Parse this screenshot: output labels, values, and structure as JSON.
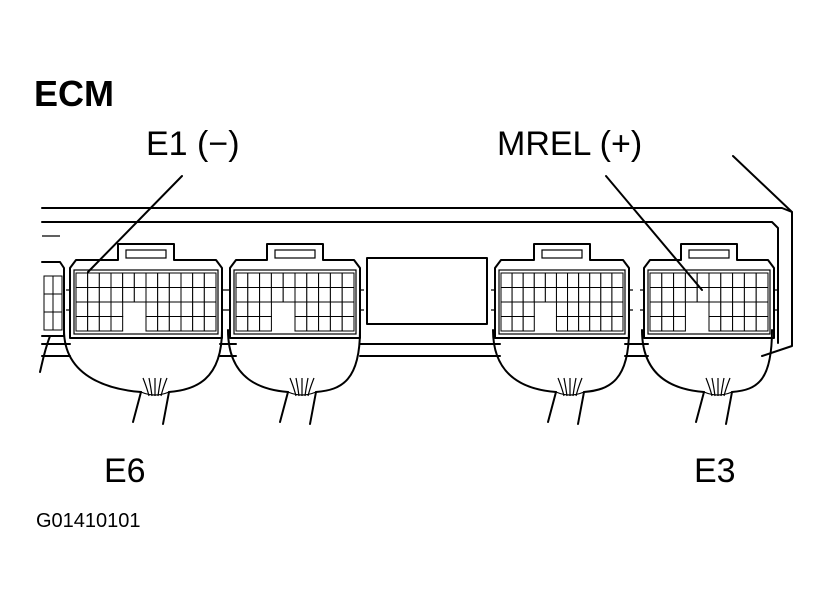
{
  "title": "ECM",
  "pins": [
    {
      "label": "E1 (−)"
    },
    {
      "label": "MREL (+)"
    }
  ],
  "connectors": [
    {
      "label": "E6"
    },
    {
      "label": "E3"
    }
  ],
  "figure_code": "G01410101"
}
